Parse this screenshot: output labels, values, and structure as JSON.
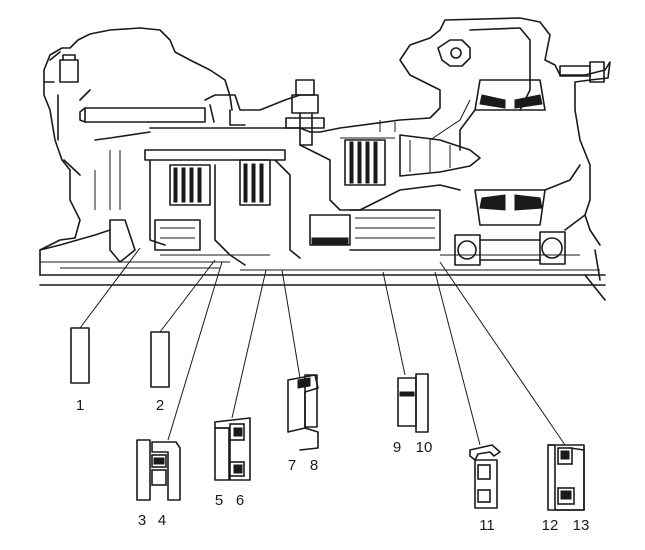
{
  "figure": {
    "callouts": [
      {
        "id": "1",
        "label": "1"
      },
      {
        "id": "2",
        "label": "2"
      },
      {
        "id": "3",
        "label": "3"
      },
      {
        "id": "4",
        "label": "4"
      },
      {
        "id": "5",
        "label": "5"
      },
      {
        "id": "6",
        "label": "6"
      },
      {
        "id": "7",
        "label": "7"
      },
      {
        "id": "8",
        "label": "8"
      },
      {
        "id": "9",
        "label": "9"
      },
      {
        "id": "10",
        "label": "10"
      },
      {
        "id": "11",
        "label": "11"
      },
      {
        "id": "12",
        "label": "12"
      },
      {
        "id": "13",
        "label": "13"
      }
    ],
    "details": [
      {
        "name": "part-1",
        "labels": [
          "1"
        ]
      },
      {
        "name": "part-2",
        "labels": [
          "2"
        ]
      },
      {
        "name": "seal-3-4",
        "labels": [
          "3",
          "4"
        ]
      },
      {
        "name": "seal-5-6",
        "labels": [
          "5",
          "6"
        ]
      },
      {
        "name": "seal-7-8",
        "labels": [
          "7",
          "8"
        ]
      },
      {
        "name": "seal-9-10",
        "labels": [
          "9",
          "10"
        ]
      },
      {
        "name": "seal-11",
        "labels": [
          "11"
        ]
      },
      {
        "name": "seal-12-13",
        "labels": [
          "12",
          "13"
        ]
      }
    ]
  }
}
